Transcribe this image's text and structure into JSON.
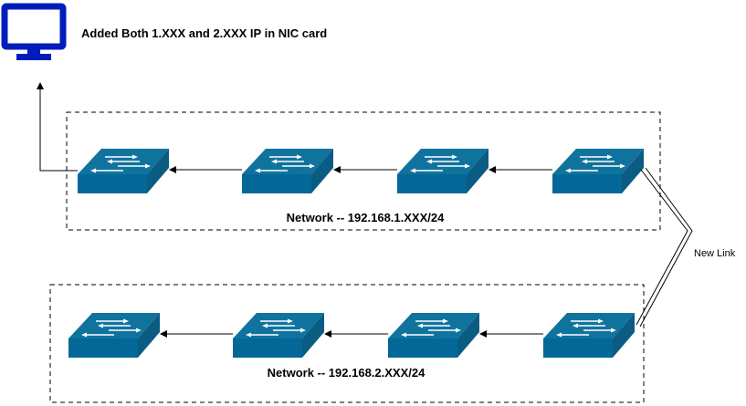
{
  "header": {
    "caption": "Added Both 1.XXX and 2.XXX IP in NIC card"
  },
  "networks": [
    {
      "label": "Network -- 192.168.1.XXX/24"
    },
    {
      "label": "Network -- 192.168.2.XXX/24"
    }
  ],
  "link": {
    "label": "New Link"
  },
  "icons": {
    "computer": "monitor-icon",
    "switch": "network-switch-icon"
  },
  "colors": {
    "switch_front": "#036897",
    "switch_top": "#10739e",
    "switch_side": "#0a5c82",
    "arrows": "#ffffff",
    "monitor": "#001dbc",
    "lines": "#000000"
  }
}
